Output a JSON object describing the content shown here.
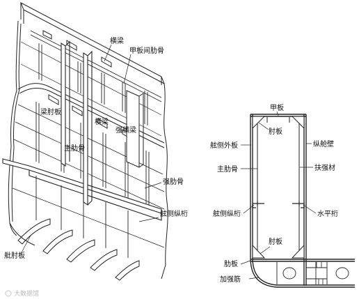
{
  "left_labels": {
    "transverse_beam": "横梁",
    "deck_stringer": "甲板间肋骨",
    "beam_knee": "梁肘板",
    "transverse_beam_2": "横梁",
    "web_beam": "强横梁",
    "main_frame": "主肋骨",
    "web_frame": "强肋骨",
    "side_stringer": "舷侧纵桁",
    "bilge_bracket": "舭肘板"
  },
  "right_labels": {
    "deck": "甲板",
    "bracket_top": "肘板",
    "side_shell": "舷侧外板",
    "longitudinal_bulkhead": "纵舱壁",
    "main_frame": "主肋骨",
    "stiffener": "扶强材",
    "side_stringer": "舷侧纵桁",
    "horizontal_girder": "水平桁",
    "bracket_bottom": "肘板",
    "floor": "肋板",
    "reinforcing_rib": "加强筋"
  },
  "watermark": "大数据馆"
}
